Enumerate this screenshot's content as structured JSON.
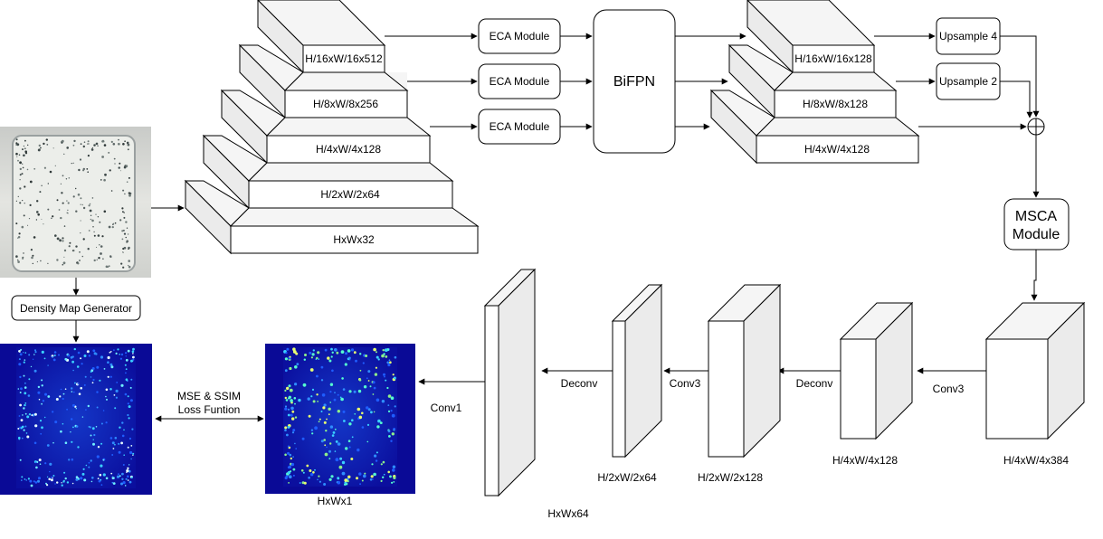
{
  "encoder_blocks": [
    "H/16xW/16x512",
    "H/8xW/8x256",
    "H/4xW/4x128",
    "H/2xW/2x64",
    "HxWx32"
  ],
  "eca_modules": [
    "ECA Module",
    "ECA Module",
    "ECA Module"
  ],
  "bifpn": "BiFPN",
  "fpn_outputs": [
    "H/16xW/16x128",
    "H/8xW/8x128",
    "H/4xW/4x128"
  ],
  "upsample": [
    "Upsample 4",
    "Upsample 2"
  ],
  "msca": [
    "MSCA",
    "Module"
  ],
  "density_generator": "Density Map Generator",
  "loss_label": [
    "MSE & SSIM",
    "Loss Funtion"
  ],
  "decoder_blocks": [
    "H/4xW/4x384",
    "H/4xW/4x128",
    "H/2xW/2x128",
    "H/2xW/2x64",
    "HxWx64"
  ],
  "decoder_ops": [
    "Conv3",
    "Deconv",
    "Conv3",
    "Deconv",
    "Conv1"
  ],
  "output_label": "HxWx1",
  "colors": {
    "stroke": "#000000",
    "face": "#ffffff",
    "side_face": "#ebebeb",
    "top_face": "#f2f2f2",
    "heatmap_bg": "#0a0a96",
    "photo_bg": "#d9d9d5"
  }
}
